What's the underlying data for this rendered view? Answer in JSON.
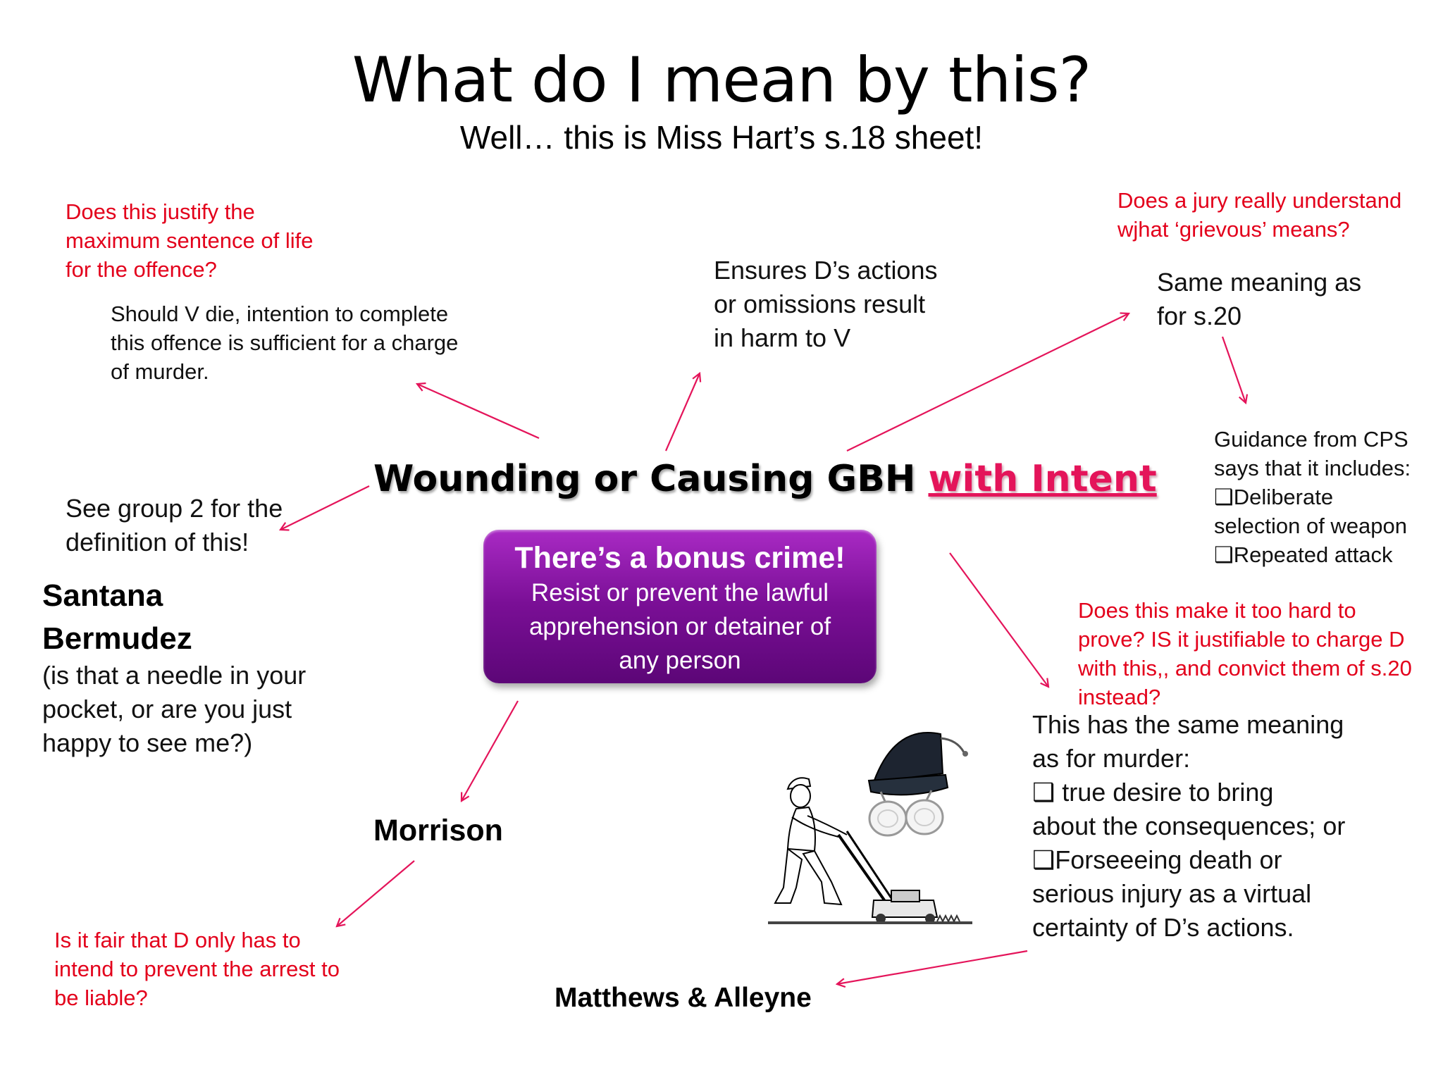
{
  "header": {
    "title": "What do I mean by this?",
    "subtitle": "Well… this is Miss Hart’s s.18 sheet!"
  },
  "centre": {
    "title_main": "Wounding or Causing GBH",
    "title_intent": "with Intent",
    "bonus_title": "There’s a bonus crime!",
    "bonus_text": "Resist or prevent the lawful\napprehension or detainer of\nany person"
  },
  "questions": {
    "top_left": "Does this justify the\nmaximum sentence of life\nfor the offence?",
    "top_right": "Does a jury really understand\nwjhat ‘grievous’ means?",
    "right": "Does this make it too hard to\nprove? IS it justifiable to charge D\nwith this,, and convict them of s.20\ninstead?",
    "bottom_left": "Is it fair that D only has to\nintend to prevent the arrest to\nbe liable?"
  },
  "notes": {
    "murder": "Should V die, intention to complete\nthis offence is sufficient for a charge\nof murder.",
    "actions": "Ensures D’s actions\nor omissions result\nin harm to V",
    "same_meaning": "Same meaning as\nfor s.20",
    "cps": "Guidance from CPS\nsays that it includes:\n❑Deliberate\nselection of weapon\n❑Repeated attack",
    "group2": "See group 2 for the\ndefinition of this!",
    "intent": "This has the same meaning\nas for murder:\n❑ true desire to bring\nabout the consequences; or\n❑Forseeeing death or\nserious injury as a virtual\ncertainty of D’s actions."
  },
  "cases": {
    "santana": "Santana\nBermudez",
    "santana_note": "(is that a needle in your\npocket, or are you just\nhappy to see me?)",
    "morrison": "Morrison",
    "matthews": "Matthews & Alleyne"
  },
  "colors": {
    "question_red": "#e3001b",
    "arrow_pink": "#e4145a",
    "box_purple": "#7a0f96",
    "intent_pink": "#e4145a"
  },
  "illustration": {
    "icon": "man-pushing-lawnmower-with-pram-icon"
  }
}
